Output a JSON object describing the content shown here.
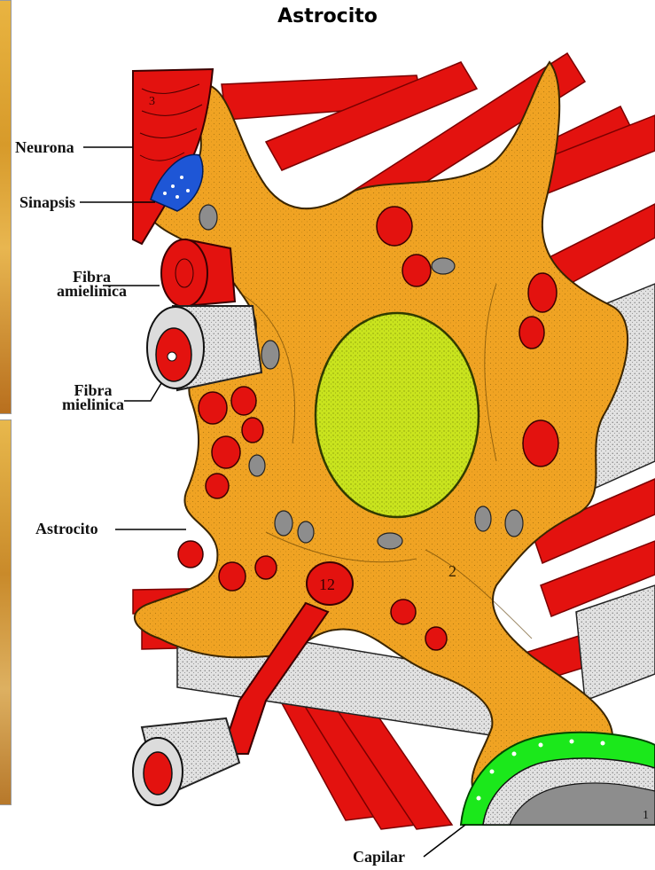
{
  "title": "Astrocito",
  "labels": {
    "neurona": "Neurona",
    "sinapsis": "Sinapsis",
    "fibra_amielinica_1": "Fibra",
    "fibra_amielinica_2": "amielinica",
    "fibra_mielinica_1": "Fibra",
    "fibra_mielinica_2": "mielinica",
    "astrocito": "Astrocito",
    "capilar": "Capilar"
  },
  "markers": {
    "neuron_number": "3",
    "fiber_number": "12",
    "process_number": "2",
    "capillary_number": "1"
  },
  "colors": {
    "astrocyte": "#f0a323",
    "axon": "#e3120f",
    "nucleus": "#c9e41e",
    "synapse": "#1e56d6",
    "capillary": "#1be81b",
    "myelin": "#d9d9d9",
    "mitochondria": "#8d8d8d"
  }
}
